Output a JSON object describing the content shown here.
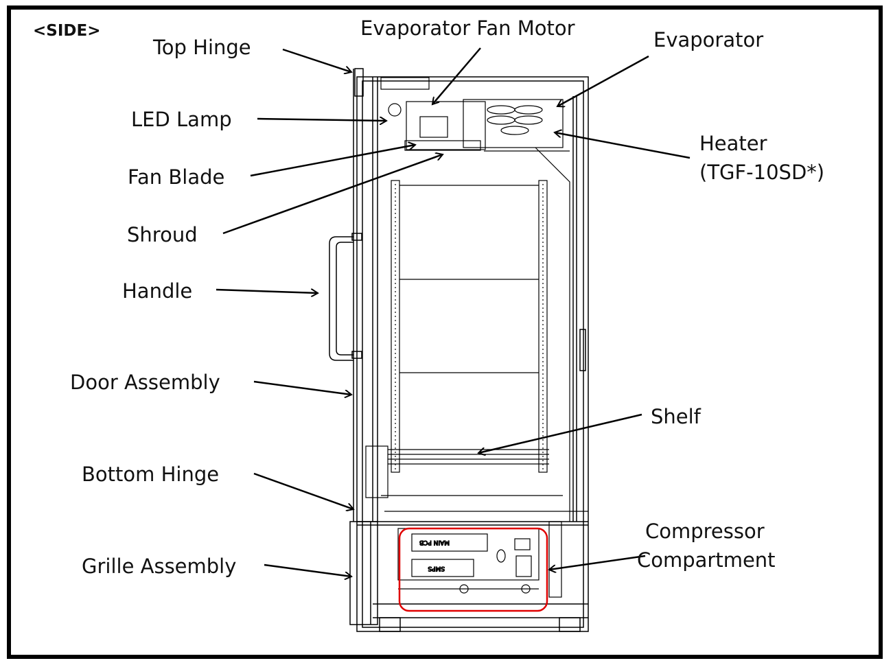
{
  "title": "<SIDE>",
  "labels": {
    "top_hinge": "Top Hinge",
    "evap_fan_motor": "Evaporator Fan Motor",
    "evaporator": "Evaporator",
    "led_lamp": "LED Lamp",
    "fan_blade": "Fan Blade",
    "heater_1": "Heater",
    "heater_2": "(TGF-10SD*)",
    "shroud": "Shroud",
    "handle": "Handle",
    "door_assembly": "Door Assembly",
    "shelf": "Shelf",
    "bottom_hinge": "Bottom Hinge",
    "compressor_1": "Compressor",
    "compressor_2": "Compartment",
    "grille_assembly": "Grille Assembly"
  },
  "pcb_labels": {
    "main_pcb": "MAIN PCB",
    "smps": "SMPS"
  },
  "colors": {
    "line": "#000000",
    "highlight": "#e00000"
  }
}
